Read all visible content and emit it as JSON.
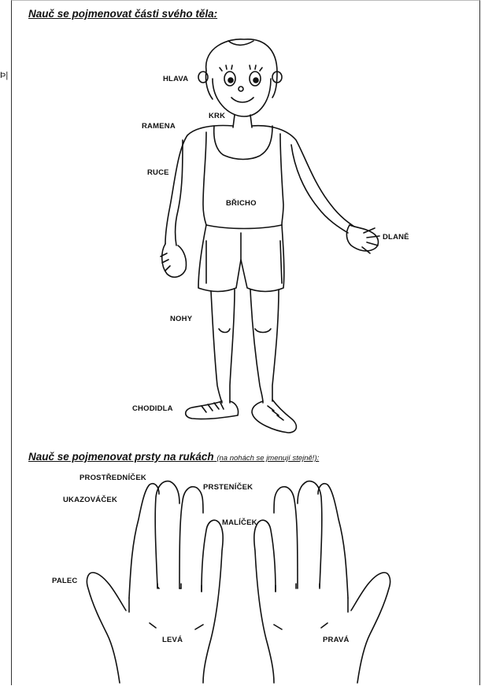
{
  "side_mark": "Þ|",
  "section1": {
    "title": "Nauč se pojmenovat části svého těla:",
    "labels": {
      "hlava": "HLAVA",
      "krk": "KRK",
      "ramena": "RAMENA",
      "ruce": "RUCE",
      "bricho": "BŘICHO",
      "dlane": "DLANĚ",
      "nohy": "NOHY",
      "chodidla": "CHODIDLA"
    }
  },
  "section2": {
    "title": "Nauč se pojmenovat prsty na rukách",
    "note": "(na nohách se jmenují stejně!):",
    "labels": {
      "prostrednicek": "PROSTŘEDNÍČEK",
      "prstenicek": "PRSTENÍČEK",
      "ukazovacek": "UKAZOVÁČEK",
      "malicek": "MALÍČEK",
      "palec": "PALEC",
      "leva": "LEVÁ",
      "prava": "PRAVÁ"
    }
  }
}
